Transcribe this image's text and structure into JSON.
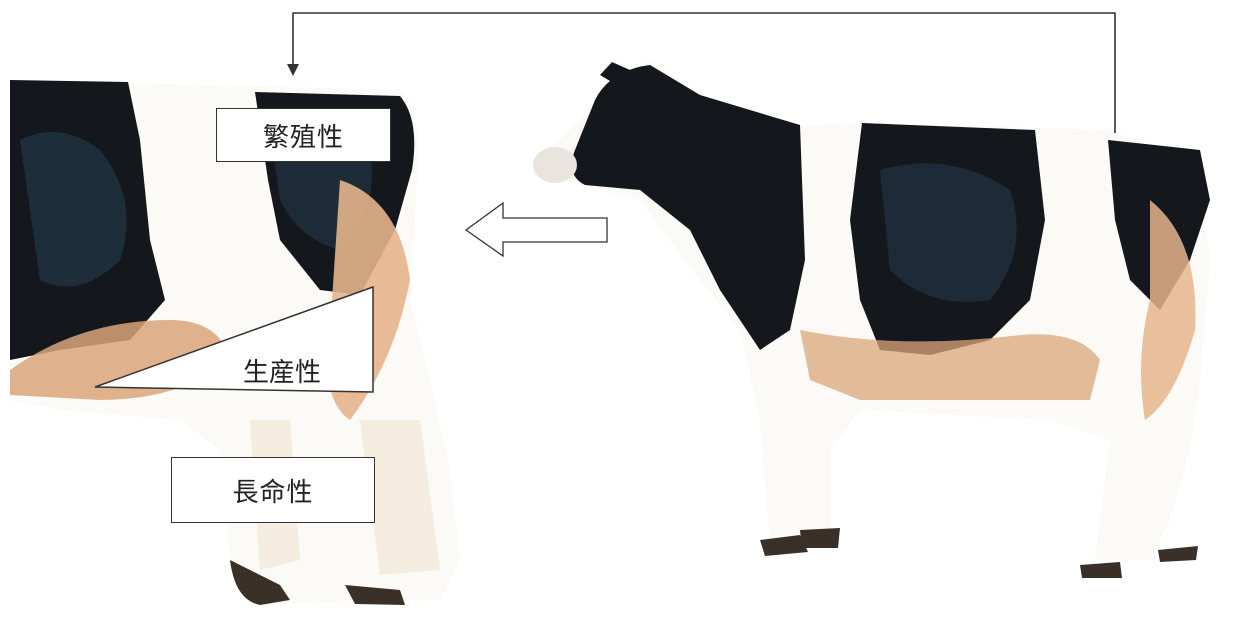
{
  "labels": {
    "fertility": "繁殖性",
    "productivity": "生産性",
    "longevity": "長命性"
  },
  "colors": {
    "hide_black": "#14181c",
    "hide_patch_blue": "#1f3140",
    "hide_white": "#fbfaf6",
    "skin_tan": "#d9a57a",
    "hoof": "#3a3028",
    "line": "#333333"
  },
  "icons": {
    "left_cow": "holstein-cow-rear-closeup",
    "right_cow": "holstein-cow-side-view",
    "arrow_hollow": "hollow-arrow-left",
    "arrow_connector": "down-arrow"
  }
}
